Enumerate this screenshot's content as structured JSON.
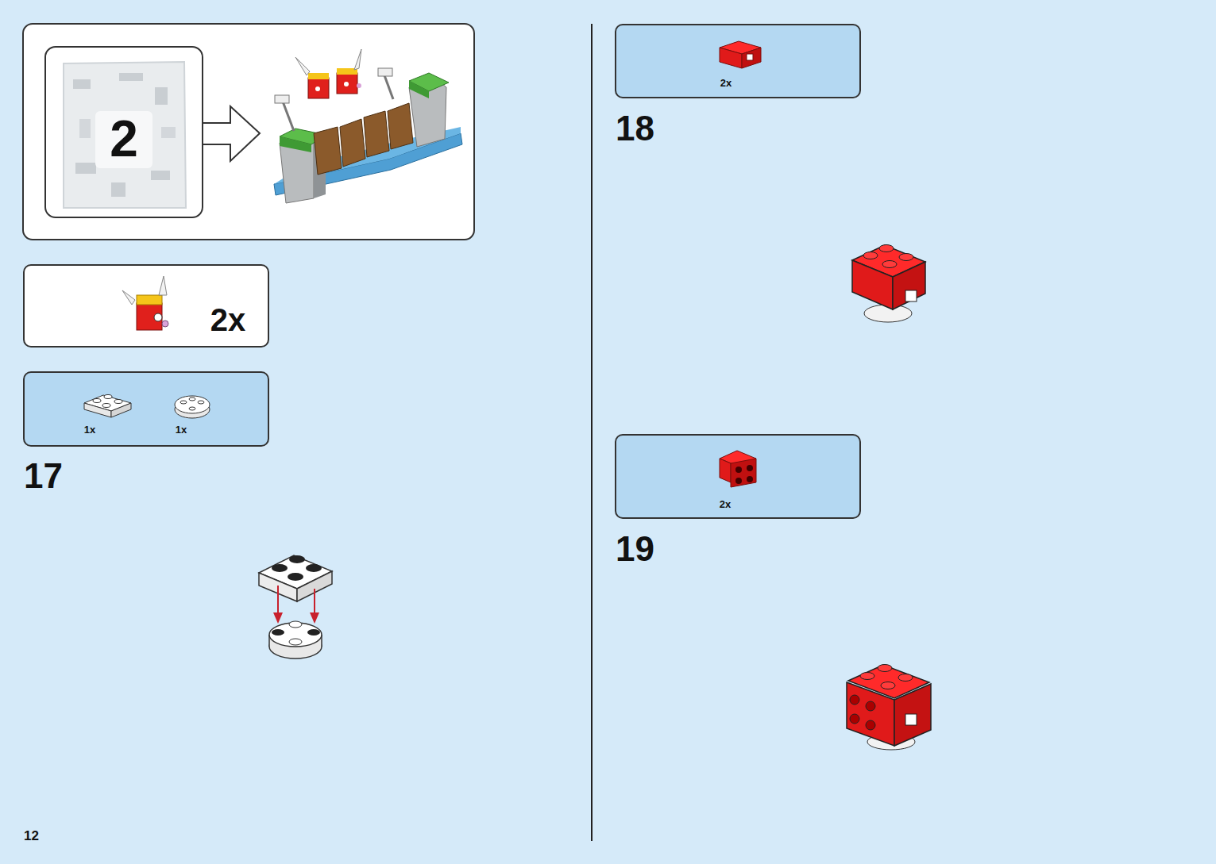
{
  "diagram": {
    "nodes": [
      {
        "text": [
          "2"
        ]
      },
      {
        "text": [
          "2x"
        ]
      },
      {
        "text": [
          "1x",
          "1x"
        ]
      },
      {
        "text": [
          "2x"
        ]
      },
      {
        "text": [
          "2x"
        ]
      }
    ],
    "labels": [
      "17",
      "18",
      "19",
      "12"
    ]
  }
}
